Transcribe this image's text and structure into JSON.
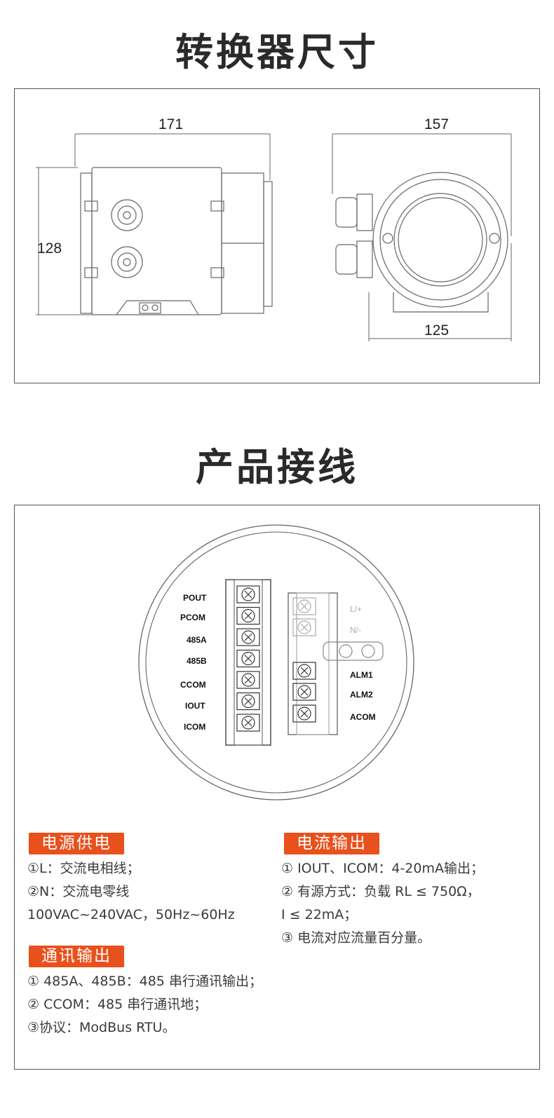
{
  "section1": {
    "title": "转换器尺寸"
  },
  "dimensions": {
    "side_width": "171",
    "side_height": "128",
    "front_width": "157",
    "front_base": "125"
  },
  "section2": {
    "title": "产品接线"
  },
  "terminals": {
    "left": [
      "POUT",
      "PCOM",
      "485A",
      "485B",
      "CCOM",
      "IOUT",
      "ICOM"
    ],
    "right": [
      "L/+",
      "N/-",
      "ALM1",
      "ALM2",
      "ACOM"
    ]
  },
  "power": {
    "badge": "电源供电",
    "lines": [
      "①L：交流电相线；",
      "②N：交流电零线",
      "100VAC~240VAC，50Hz~60Hz"
    ]
  },
  "current": {
    "badge": "电流输出",
    "lines": [
      "① IOUT、ICOM：4-20mA输出；",
      "② 有源方式：负载 RL ≤ 750Ω，",
      "I ≤ 22mA；",
      "③ 电流对应流量百分量。"
    ]
  },
  "comm": {
    "badge": "通讯输出",
    "lines": [
      "① 485A、485B：485 串行通讯输出；",
      "② CCOM：485 串行通讯地；",
      "③协议：ModBus RTU。"
    ]
  },
  "colors": {
    "accent": "#e8501c",
    "line": "#555555"
  }
}
